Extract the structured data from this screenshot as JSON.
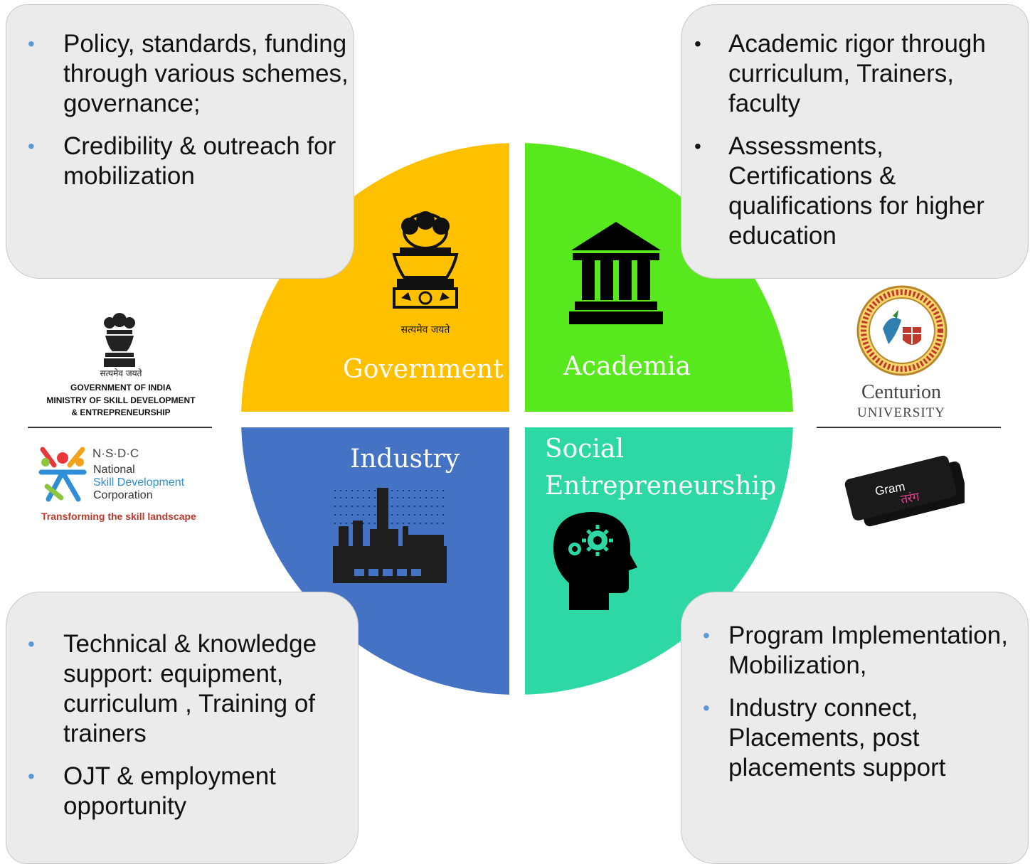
{
  "quadrants": {
    "government": {
      "label": "Government",
      "color": "#ffc000",
      "emblem_caption": "सत्यमेव जयते"
    },
    "academia": {
      "label": "Academia",
      "color": "#58e81e"
    },
    "industry": {
      "label": "Industry",
      "color": "#4472c4"
    },
    "social": {
      "label_line1": "Social",
      "label_line2": "Entrepreneurship",
      "color": "#2ed8a4"
    }
  },
  "boxes": {
    "top_left": {
      "items": [
        "Policy, standards, funding through various  schemes, governance;",
        "Credibility & outreach for mobilization"
      ]
    },
    "top_right": {
      "items": [
        "Academic rigor through curriculum,  Trainers, faculty",
        "Assessments, Certifications & qualifications for higher education"
      ]
    },
    "bottom_left": {
      "items": [
        "Technical & knowledge support: equipment, curriculum , Training of trainers",
        "OJT & employment opportunity"
      ]
    },
    "bottom_right": {
      "items": [
        "Program Implementation, Mobilization,",
        "Industry connect, Placements, post placements support"
      ]
    }
  },
  "logos": {
    "goi": {
      "caption": "सत्यमेव जयते",
      "line1": "GOVERNMENT OF INDIA",
      "line2": "MINISTRY OF SKILL DEVELOPMENT",
      "line3": "& ENTREPRENEURSHIP"
    },
    "nsdc": {
      "acronym": "N·S·D·C",
      "line1": "National",
      "line2": "Skill Development",
      "line3": "Corporation",
      "tagline": "Transforming the skill landscape"
    },
    "centurion": {
      "line1": "Centurion",
      "line2": "UNIVERSITY"
    },
    "gramtarang": {
      "word1": "Gram",
      "word2": "तरंग"
    }
  }
}
